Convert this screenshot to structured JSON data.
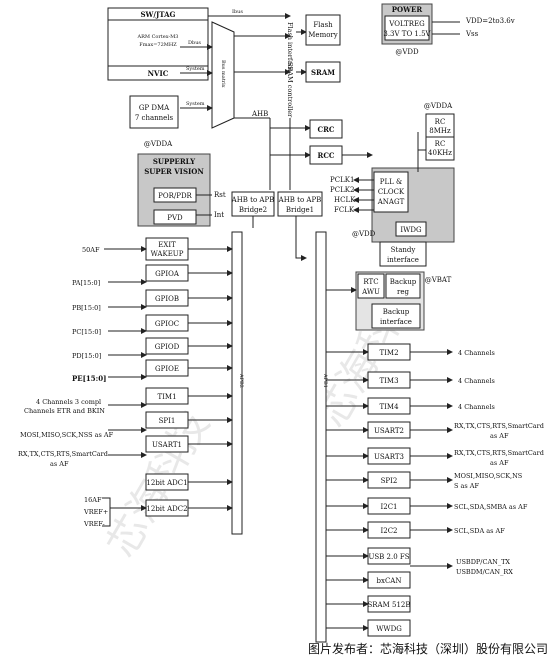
{
  "diagram": {
    "core": {
      "swjtag": "SW/JTAG",
      "cpu": "ARM Cortex-M3",
      "fmax": "Fmax=72MHZ",
      "nvic": "NVIC"
    },
    "bus_tags": {
      "ibus": "Ibus",
      "dbus": "Dbus",
      "system1": "System",
      "system2": "System"
    },
    "bus_matrix": "Bus matrix",
    "dma": "GP DMA 7 channels",
    "flash_iface": "Flash interface",
    "flash_mem": "Flash Memory",
    "sram_ctrl": "SRAM controller",
    "sram": "SRAM",
    "power": {
      "title": "POWER",
      "voltreg": "VOLTREG",
      "range": "3.3V TO 1.5V",
      "vdd_label": "VDD=2to3.6v",
      "vss": "Vss",
      "vdd_bottom": "@VDD"
    },
    "ahb": "AHB",
    "crc": "CRC",
    "rcc": "RCC",
    "vdda_left": "@VDDA",
    "vdda_right": "@VDDA",
    "supervision": {
      "title1": "SUPPERLY",
      "title2": "SUPER VISION",
      "por": "POR/PDR",
      "pvd": "PVD",
      "rst": "Rst",
      "int": "Int"
    },
    "bridge2": "AHB to APB Bridge2",
    "bridge1": "AHB to APB Bridge1",
    "rc_osc": "RC 8MHz",
    "rc_osc2": "RC 40KHz",
    "pll": "PLL & CLOCK ANAGT",
    "clocks": [
      "PCLK1",
      "PCLK2",
      "HCLK",
      "FCLK"
    ],
    "iwdg": "IWDG",
    "standby": "Standy interface",
    "vdd_mid": "@VDD",
    "vbat": "@VBAT",
    "rtc": "RTC AWU",
    "backup_reg": "Backup reg",
    "backup_iface": "Backup interface",
    "apb2_label": "APB2",
    "apb1_label": "APB1",
    "left_blocks": [
      "EXIT WAKEUP",
      "GPIOA",
      "GPIOB",
      "GPIOC",
      "GPIOD",
      "GPIOE",
      "TIM1",
      "SPI1",
      "USART1",
      "12bit ADC1",
      "12bit ADC2"
    ],
    "left_labels": [
      "50AF",
      "PA[15:0]",
      "PB[15:0]",
      "PC[15:0]",
      "PD[15:0]",
      "PE[15:0]",
      "4 Channels 3 compl Channels ETR and BKIN",
      "MOSI,MISO,SCK,NSS as AF",
      "RX,TX,CTS,RTS,SmartCard as AF",
      "16AF",
      "VREF+",
      "VREF-"
    ],
    "right_blocks": [
      "TIM2",
      "TIM3",
      "TIM4",
      "USART2",
      "USART3",
      "SPI2",
      "I2C1",
      "I2C2",
      "USB 2.0 FS",
      "bxCAN",
      "SRAM 512B",
      "WWDG"
    ],
    "right_labels": [
      "4 Channels",
      "4 Channels",
      "4 Channels",
      "RX,TX,CTS,RTS,SmartCard as AF",
      "RX,TX,CTS,RTS,SmartCard as AF",
      "MOSI,MISO,SCK,NSS as AF",
      "SCL,SDA,SMBA as AF",
      "SCL,SDA as AF",
      "USBDP/CAN_TX USBDM/CAN_RX"
    ],
    "watermark": "芯海科技",
    "caption": "图片发布者：芯海科技（深圳）股份有限公司"
  }
}
